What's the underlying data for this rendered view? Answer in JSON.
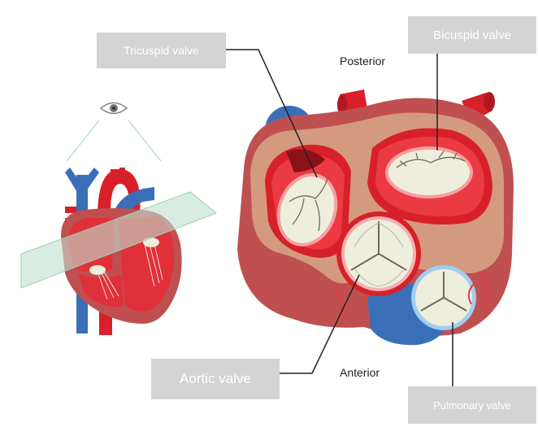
{
  "labels": {
    "tricuspid": "Tricuspid valve",
    "bicuspid": "Bicuspid valve",
    "aortic": "Aortic valve",
    "pulmonary": "Pulmonary valve"
  },
  "orientation": {
    "posterior": "Posterior",
    "anterior": "Anterior"
  },
  "icons": {
    "view": "eye-icon"
  },
  "colors": {
    "label_bg": "#d4d4d4",
    "label_text": "#ffffff",
    "heart_wall": "#c05050",
    "chamber_red": "#e0303a",
    "vessel_blue": "#3a6fb8",
    "valve_cream": "#eeeedd",
    "plane_green": "#bfe0cf",
    "leader": "#222222"
  }
}
